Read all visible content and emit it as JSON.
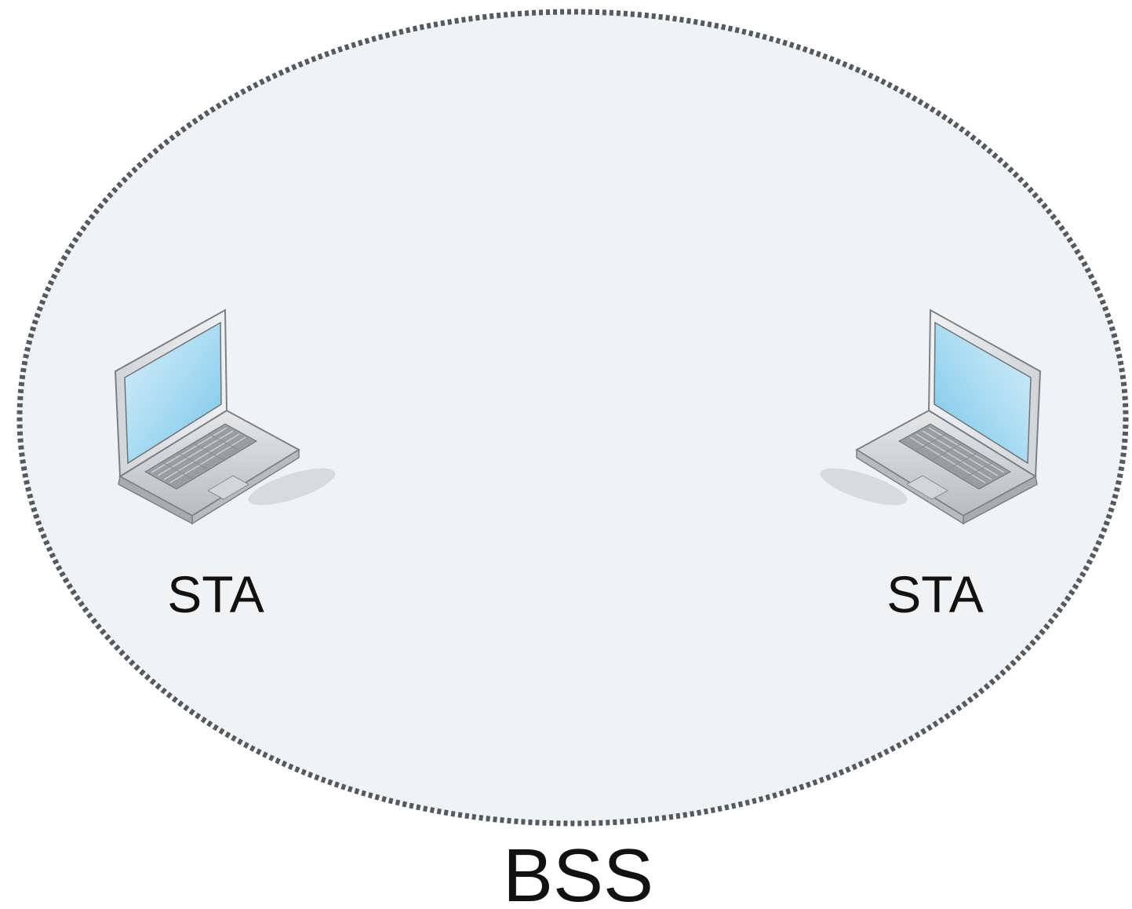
{
  "diagram": {
    "area_label": "BSS",
    "stations": [
      {
        "label": "STA",
        "icon": "laptop-icon"
      },
      {
        "label": "STA",
        "icon": "laptop-icon"
      }
    ]
  },
  "colors": {
    "area_fill": "#f1f2f4",
    "area_border": "#555a60",
    "screen_blue": "#8fcdea",
    "laptop_body": "#c7c9cb",
    "label_text": "#111111"
  }
}
